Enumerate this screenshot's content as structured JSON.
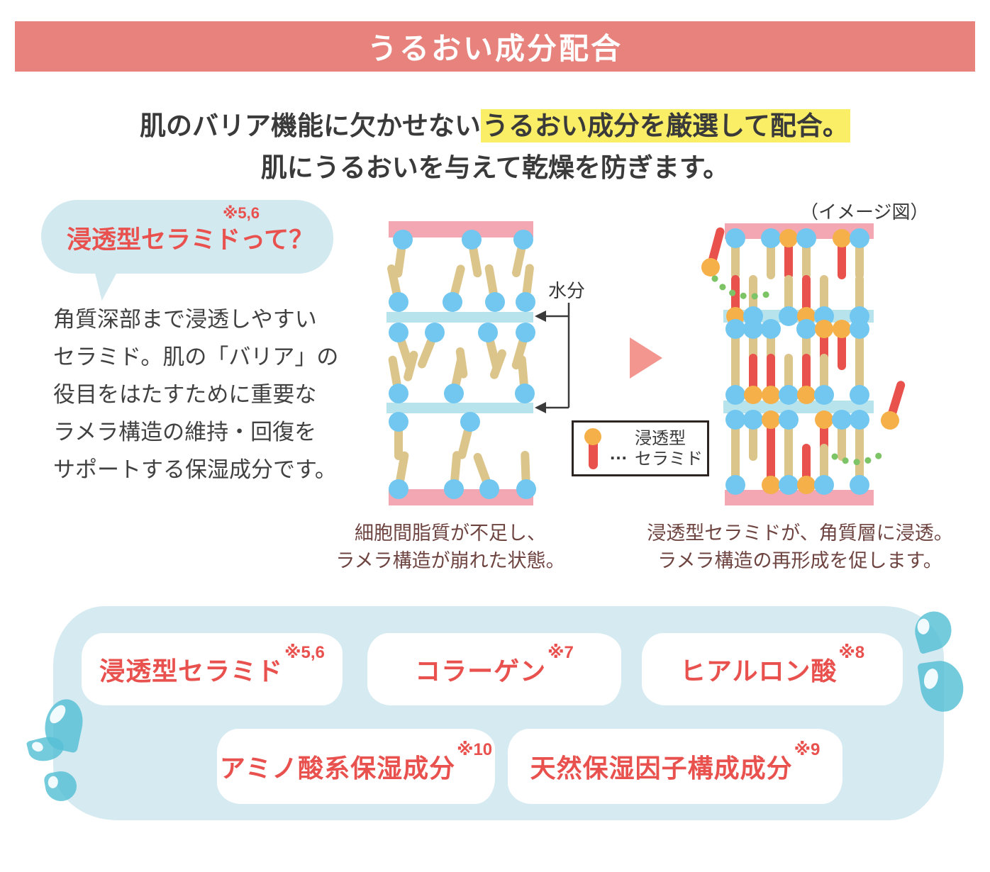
{
  "header": {
    "title": "うるおい成分配合"
  },
  "intro": {
    "line1_prefix": "肌のバリア機能に欠かせない",
    "line1_highlighted": "うるおい成分を厳選して配合。",
    "line2": "肌にうるおいを与えて乾燥を防ぎます。"
  },
  "question_bubble": {
    "reference": "※5,6",
    "title": "浸透型セラミドって？"
  },
  "description_lines": [
    "角質深部まで浸透しやすい",
    "セラミド。肌の「バリア」の",
    "役目をはたすために重要な",
    "ラメラ構造の維持・回復を",
    "サポートする保湿成分です。"
  ],
  "diagrams": {
    "image_note": "（イメージ図）",
    "moisture_label": "水分",
    "legend": {
      "ellipsis": "…",
      "label_line1": "浸透型",
      "label_line2": "セラミド"
    },
    "before_caption_line1": "細胞間脂質が不足し、",
    "before_caption_line2": "ラメラ構造が崩れた状態。",
    "after_caption_line1": "浸透型セラミドが、角質層に浸透。",
    "after_caption_line2": "ラメラ構造の再形成を促します。"
  },
  "ingredients": [
    {
      "label": "浸透型セラミド",
      "reference": "※5,6"
    },
    {
      "label": "コラーゲン",
      "reference": "※7"
    },
    {
      "label": "ヒアルロン酸",
      "reference": "※8"
    },
    {
      "label": "アミノ酸系保湿成分",
      "reference": "※10"
    },
    {
      "label": "天然保湿因子構成成分",
      "reference": "※9"
    }
  ],
  "colors": {
    "banner_background": "#E8827D",
    "accent_red": "#E8514D",
    "highlight_yellow": "#F9EE65",
    "bubble_blue": "#D3E9F0",
    "blob_blue": "#D6EAF1",
    "water_bar_blue": "#B7E3ED",
    "lipid_head_blue": "#72C7F0",
    "lipid_tail_tan": "#DCC58B",
    "ceramide_head_orange": "#F6B04A",
    "ceramide_tail_red": "#E9514C",
    "membrane_pink": "#F2A7B2",
    "arrow_salmon": "#F2968F",
    "green_dots": "#7CC465",
    "caption_maroon": "#6E4441",
    "droplet_teal": "#55C0D4"
  }
}
